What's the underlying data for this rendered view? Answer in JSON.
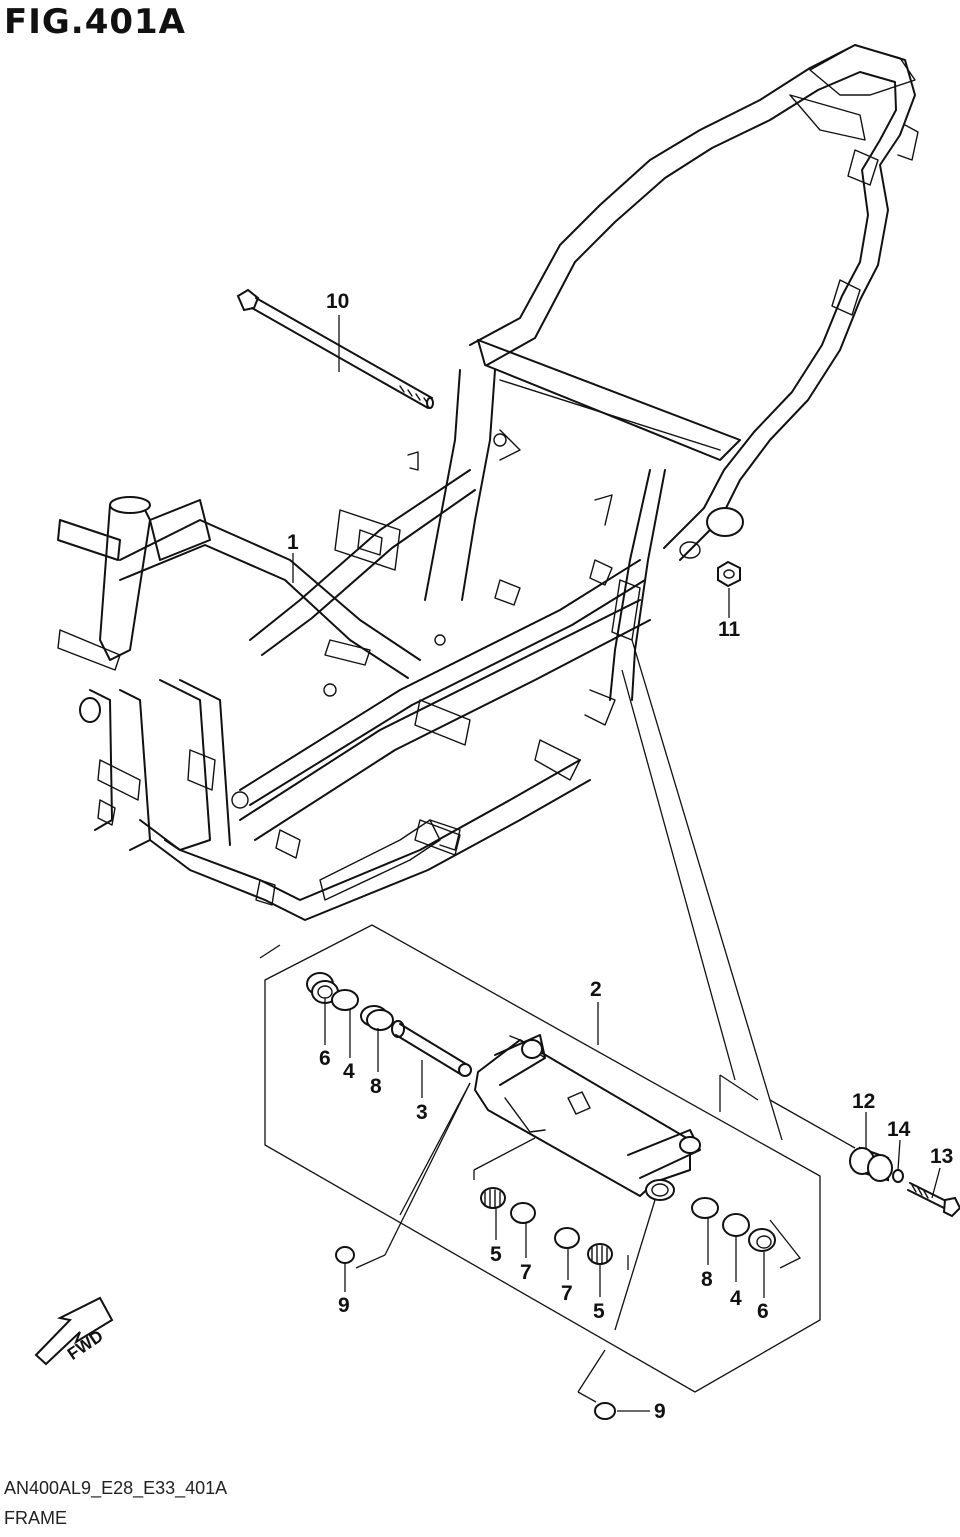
{
  "figure": {
    "title": "FIG.401A",
    "diagram_code": "AN400AL9_E28_E33_401A",
    "section_name": "FRAME"
  },
  "callouts": {
    "c1": "1",
    "c2": "2",
    "c3": "3",
    "c4a": "4",
    "c4b": "4",
    "c5a": "5",
    "c5b": "5",
    "c6a": "6",
    "c6b": "6",
    "c7a": "7",
    "c7b": "7",
    "c8a": "8",
    "c8b": "8",
    "c9a": "9",
    "c9b": "9",
    "c10": "10",
    "c11": "11",
    "c12": "12",
    "c13": "13",
    "c14": "14"
  },
  "direction_arrow": {
    "label": "FWD",
    "icon": "fwd-arrow-icon"
  },
  "colors": {
    "ink": "#111111",
    "paper": "#ffffff"
  }
}
